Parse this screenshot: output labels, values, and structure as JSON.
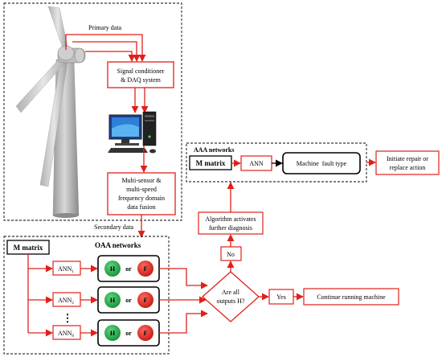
{
  "colors": {
    "flow": "#e0201b",
    "healthy": "#22b04a",
    "faulty": "#e8231c",
    "border": "#000000"
  },
  "top_section": {
    "primary_data_label": "Primary data",
    "signal_conditioner": [
      "Signal conditioner",
      "& DAQ system"
    ],
    "fusion": [
      "Multi-sensor &",
      "multi-speed",
      "frequency domain",
      "data fusion"
    ],
    "secondary_data_label": "Secondary data"
  },
  "oaa": {
    "title": "OAA networks",
    "m_matrix": "M matrix",
    "networks": [
      {
        "ann": "ANN",
        "sub": "1",
        "h": "H",
        "or": "or",
        "f": "F"
      },
      {
        "ann": "ANN",
        "sub": "2",
        "h": "H",
        "or": "or",
        "f": "F"
      },
      {
        "ann": "ANN",
        "sub": "8",
        "h": "H",
        "or": "or",
        "f": "F"
      }
    ],
    "ellipsis": "⋮"
  },
  "decision": {
    "text": [
      "Are all",
      "outputs H?"
    ],
    "yes": "Yes",
    "no": "No",
    "continue": "Continue running machine",
    "further": [
      "Algorithm activates",
      "further diagnosis"
    ]
  },
  "aaa": {
    "title": "AAA networks",
    "m_matrix": "M matrix",
    "ann": "ANN",
    "fault_type": "Machine  fault type",
    "action": [
      "Initiate repair or",
      "replace action"
    ]
  },
  "icons": {
    "turbine": "wind-turbine-icon",
    "computer": "desktop-computer-icon"
  }
}
